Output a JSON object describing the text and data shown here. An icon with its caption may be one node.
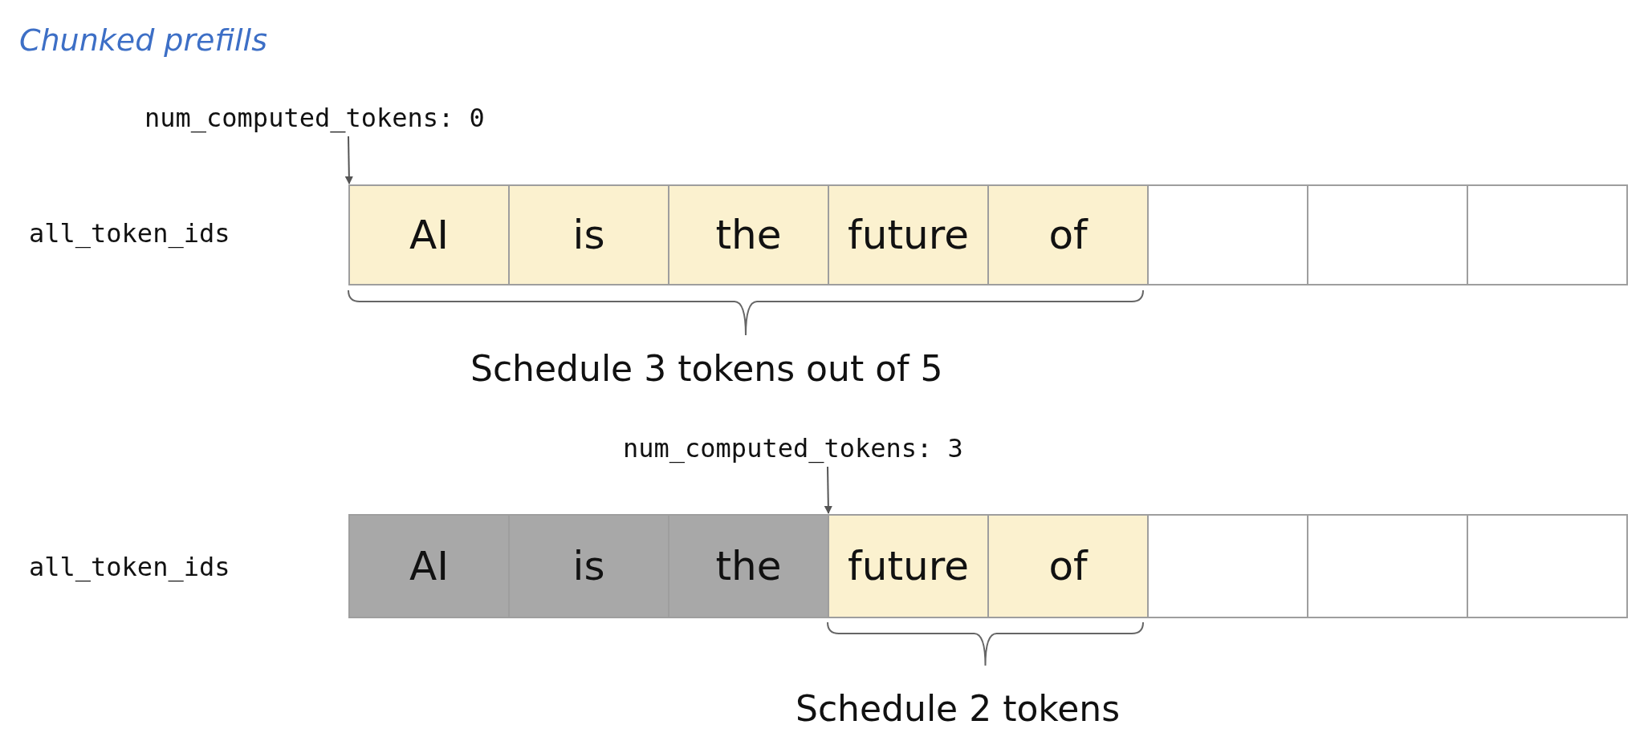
{
  "diagram": {
    "title": "Chunked prefills",
    "nodes": [
      {
        "text": [
          "num_computed_tokens: 0"
        ]
      },
      {
        "text": [
          "AI"
        ]
      },
      {
        "text": [
          "is"
        ]
      },
      {
        "text": [
          "the"
        ]
      },
      {
        "text": [
          "future"
        ]
      },
      {
        "text": [
          "of"
        ]
      },
      {
        "text": [],
        "shape": "box"
      },
      {
        "text": [],
        "shape": "box"
      },
      {
        "text": [],
        "shape": "box"
      },
      {
        "text": [
          "num_computed_tokens: 3"
        ]
      },
      {
        "text": [
          "AI"
        ]
      },
      {
        "text": [
          "is"
        ]
      },
      {
        "text": [
          "the"
        ]
      },
      {
        "text": [
          "future"
        ]
      },
      {
        "text": [
          "of"
        ]
      },
      {
        "text": [],
        "shape": "box"
      },
      {
        "text": [],
        "shape": "box"
      },
      {
        "text": [],
        "shape": "box"
      }
    ],
    "edges": [
      {
        "from": 0,
        "to": 1,
        "arrow": "to"
      },
      {
        "from": 9,
        "to": 13,
        "arrow": "to"
      }
    ],
    "labels": [
      "all_token_ids",
      "Schedule 3 tokens out of 5",
      "all_token_ids",
      "Schedule 2 tokens"
    ]
  }
}
